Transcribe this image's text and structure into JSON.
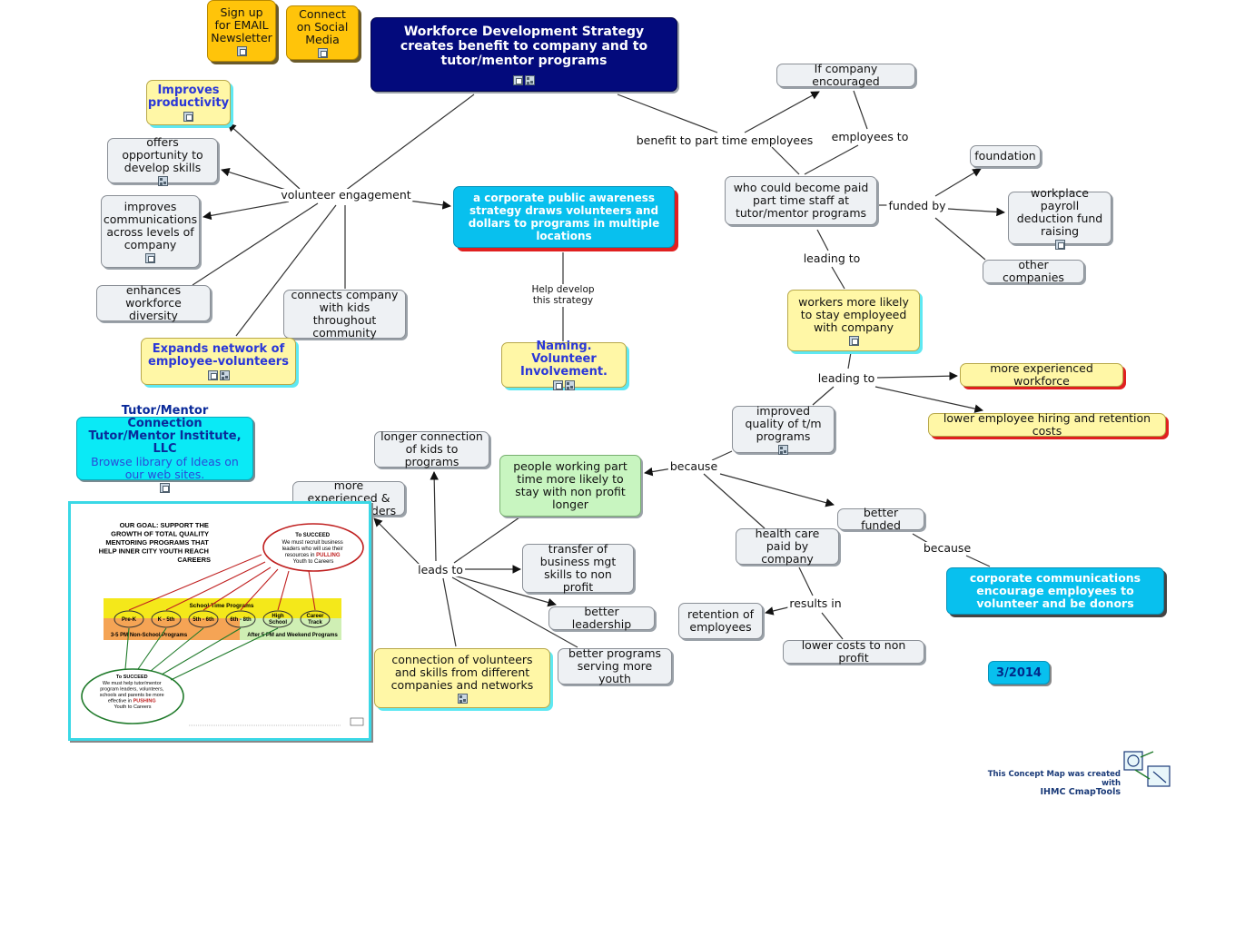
{
  "nodes": {
    "email_signup": "Sign up for EMAIL Newsletter",
    "social_media": "Connect on Social Media",
    "title": "Workforce Development  Strategy creates benefit to company and to tutor/mentor programs",
    "improves_productivity": "Improves productivity",
    "develop_skills": "offers opportunity to develop skills",
    "improves_communications": "improves communications across levels of company",
    "workforce_diversity": "enhances workforce diversity",
    "connects_company": "connects company with kids throughout community",
    "expands_network": "Expands network of employee-volunteers",
    "public_awareness": "a corporate public awareness strategy draws volunteers and dollars to programs in multiple locations",
    "naming_volunteer": "Naming. Volunteer Involvement.",
    "if_company_encouraged": "If company encouraged",
    "who_could_become": "who could become paid part time staff at tutor/mentor programs",
    "foundation": "foundation",
    "payroll_deduction": "workplace payroll deduction fund raising",
    "other_companies": "other companies",
    "workers_stay": "workers more likely to stay employeed with company",
    "more_experienced_workforce": "more experienced workforce",
    "lower_hiring_costs": "lower employee hiring and retention costs",
    "improved_quality": "improved quality of t/m programs",
    "tmc_institute_title": "Tutor/Mentor Connection Tutor/Mentor Institute, LLC",
    "tmc_institute_sub": "Browse library of Ideas on our web sites.",
    "longer_connection": "longer connection of kids to programs",
    "people_part_time": "people working part time more likely to stay with non profit longer",
    "better_funded": "better funded",
    "health_care": "health care paid by company",
    "corporate_communications": "corporate communications encourage employees to volunteer and be donors",
    "more_experienced_leaders": "more experienced & effective leaders",
    "transfer_skills": "transfer of business mgt skills to non profit",
    "better_leadership": "better leadership",
    "retention": "retention of employees",
    "lower_costs_nonprofit": "lower costs to non profit",
    "connection_volunteers": "connection of volunteers and skills from different companies and networks",
    "better_programs": "better programs serving more youth"
  },
  "link_labels": {
    "volunteer_engagement": "volunteer engagement",
    "benefit_part_time": "benefit to part time employees",
    "employees_to": "employees to",
    "funded_by": "funded by",
    "leading_to_1": "leading to",
    "leading_to_2": "leading to",
    "help_develop": "Help develop this strategy",
    "because_1": "because",
    "because_2": "because",
    "leads_to": "leads to",
    "results_in": "results in"
  },
  "date": "3/2014",
  "embedded_image": {
    "goal": "OUR GOAL: SUPPORT THE GROWTH OF TOTAL QUALITY MENTORING PROGRAMS THAT HELP INNER CITY YOUTH REACH CAREERS",
    "succeed_top": "To SUCCEED We must recruit business leaders who will use their resources in PULLING Youth to Careers",
    "school_time": "School-Time Programs",
    "stages": [
      "Pre-K",
      "K - 5th",
      "5th - 6th",
      "6th - 8th",
      "High School",
      "Career Track"
    ],
    "after_school": "3-5 PM Non-School Programs",
    "after_5pm": "After 5 PM and Weekend Programs",
    "succeed_bottom": "To SUCCEED We must help tutor/mentor program leaders, volunteers, schools and parents be more effective in PUSHING Youth to Careers"
  },
  "credit": {
    "line1": "This Concept Map was created with",
    "line2": "IHMC CmapTools"
  },
  "colors": {
    "navy": "#030a7c",
    "cyan": "#08c0ee",
    "yellow": "#fff7a6",
    "orange": "#ffc40a",
    "green": "#c8f5c0",
    "grey": "#eef1f4",
    "red_shadow": "#e02020"
  }
}
